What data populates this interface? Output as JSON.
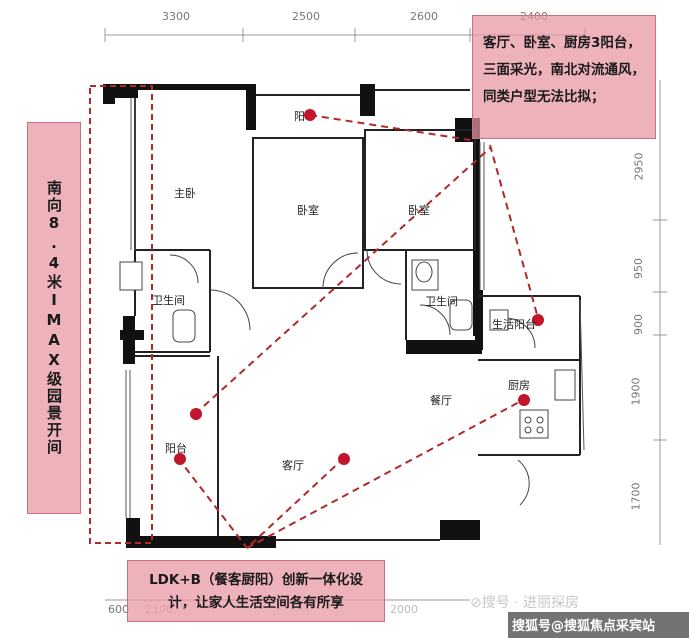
{
  "dimensions": {
    "top": [
      "3300",
      "2500",
      "2600",
      "2400"
    ],
    "right": [
      "2950",
      "950",
      "900",
      "1900",
      "1700"
    ],
    "bottom": [
      "600",
      "2100",
      "2000"
    ]
  },
  "rooms": {
    "master_bedroom": "主卧",
    "bedroom_a": "卧室",
    "bedroom_b": "卧室",
    "bathroom_a": "卫生间",
    "bathroom_b": "卫生间",
    "service_balcony": "生活阳台",
    "kitchen": "厨房",
    "dining": "餐厅",
    "living": "客厅",
    "balcony": "阳台",
    "top_balcony": "阳"
  },
  "callouts": {
    "left": "南向8.4米IMAX级园景开间",
    "top": "客厅、卧室、厨房3阳台，三面采光，南北对流通风，同类户型无法比拟；",
    "bottom": "LDK+B（餐客厨阳）创新一体化设计，让家人生活空间各有所享"
  },
  "watermark": {
    "text": "⊘搜号 · 进丽探房",
    "sohu": "搜狐号@搜狐焦点采宾站"
  },
  "colors": {
    "wall": "#111111",
    "dash": "#b02a2a",
    "marker": "#c0152a",
    "callout": "#e896a0"
  }
}
